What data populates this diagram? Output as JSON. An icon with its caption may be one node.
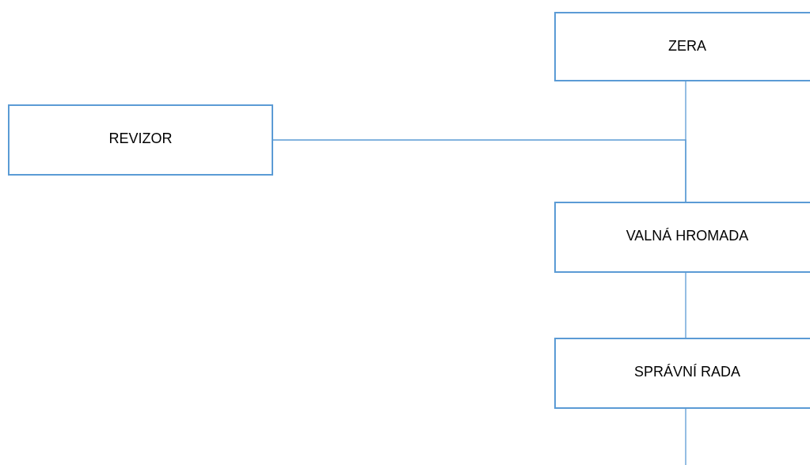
{
  "diagram": {
    "nodes": [
      {
        "text": [
          "ZERA"
        ]
      },
      {
        "text": [
          "REVIZOR"
        ]
      },
      {
        "text": [
          "VALNÁ HROMADA"
        ]
      },
      {
        "text": [
          "SPRÁVNÍ RADA"
        ]
      }
    ],
    "edges": [
      {
        "from": 0,
        "to": 2,
        "arrow": "none"
      },
      {
        "from": 1,
        "to": 2,
        "arrow": "none"
      },
      {
        "from": 2,
        "to": 3,
        "arrow": "none"
      },
      {
        "from": 3,
        "to": null,
        "arrow": "none"
      }
    ]
  }
}
